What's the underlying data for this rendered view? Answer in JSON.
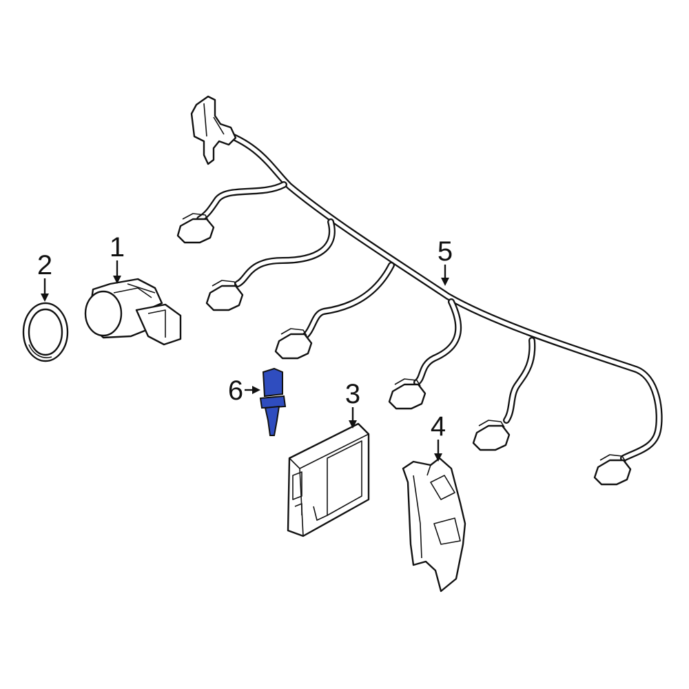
{
  "callouts": {
    "part1": "1",
    "part2": "2",
    "part3": "3",
    "part4": "4",
    "part5": "5",
    "part6": "6"
  },
  "colors": {
    "highlight": "#2f4dbf",
    "line": "#111111",
    "background": "#ffffff"
  }
}
